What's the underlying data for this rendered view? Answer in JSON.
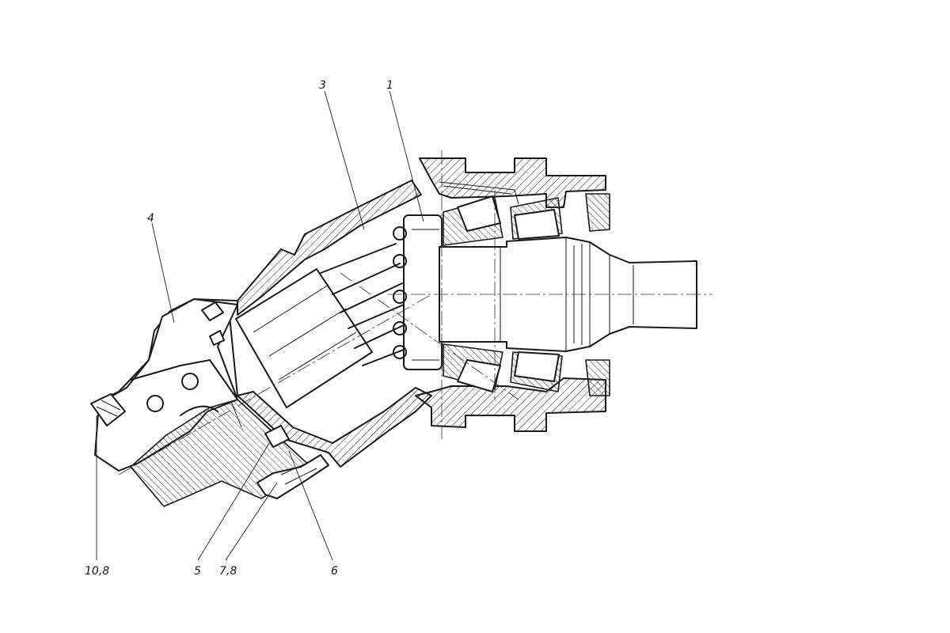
{
  "callouts": {
    "part_1": "1",
    "part_3": "3",
    "part_4": "4",
    "part_5": "5",
    "part_6": "6",
    "part_7_8": "7,8",
    "part_10_8": "10,8"
  }
}
